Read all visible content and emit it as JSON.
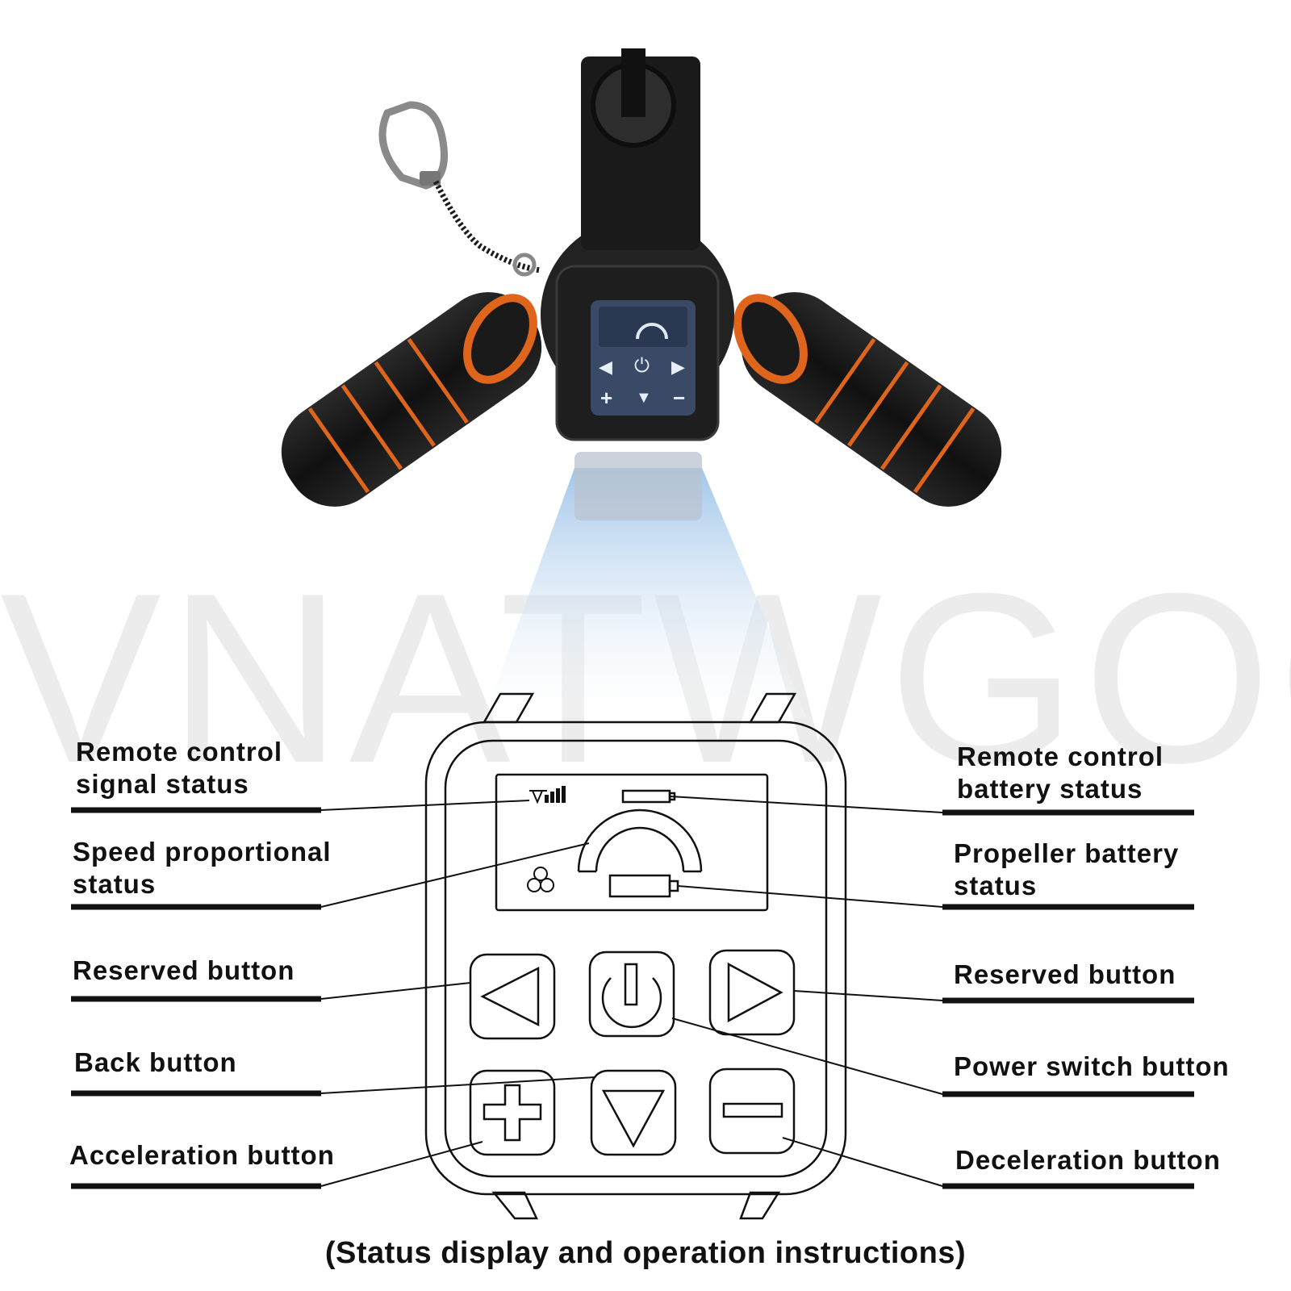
{
  "watermark": "VNATWGOO",
  "caption": "(Status display and operation instructions)",
  "device_screen": {
    "left_button": "◀",
    "power_button": "⏻",
    "right_button": "▶",
    "plus_button": "+",
    "down_button": "▼",
    "minus_button": "−"
  },
  "labels": {
    "remote_signal": [
      "Remote control",
      "signal status"
    ],
    "speed_status": [
      "Speed proportional",
      "status"
    ],
    "reserved_left": [
      "Reserved button"
    ],
    "back": [
      "Back button"
    ],
    "acceleration": [
      "Acceleration button"
    ],
    "remote_battery": [
      "Remote control",
      "battery status"
    ],
    "propeller_battery": [
      "Propeller battery",
      "status"
    ],
    "reserved_right": [
      "Reserved button"
    ],
    "power_switch": [
      "Power switch button"
    ],
    "deceleration": [
      "Deceleration button"
    ]
  },
  "colors": {
    "accent_orange": "#e0651c",
    "device_black": "#1a1a1a",
    "screen_blue": "#3a4a66",
    "beam_blue": "#b7d3ee"
  }
}
